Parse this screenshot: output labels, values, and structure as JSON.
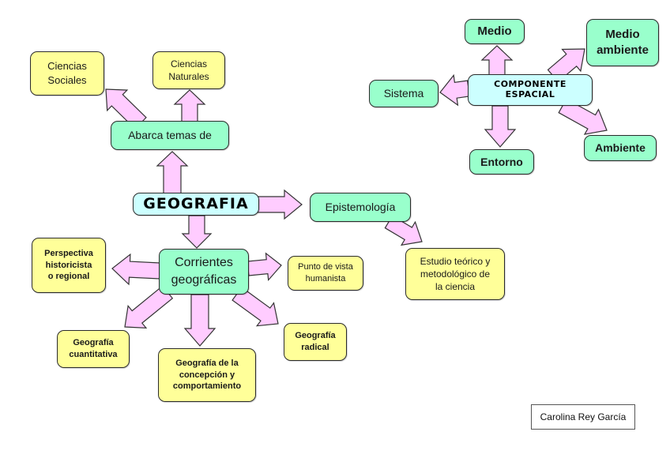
{
  "diagram": {
    "type": "concept-map",
    "colors": {
      "arrow_fill": "#ffccff",
      "arrow_stroke": "#333333",
      "yellow_node": "#ffff99",
      "green_node": "#99ffcc",
      "cyan_node": "#ccffff"
    },
    "nodes": {
      "geografia": "GEOGRAFIA",
      "abarca": "Abarca temas de",
      "ciencias_sociales": "Ciencias\nSociales",
      "ciencias_naturales": "Ciencias\nNaturales",
      "epistemologia": "Epistemología",
      "estudio": "Estudio teórico y\nmetodológico de\nla ciencia",
      "corrientes": "Corrientes\ngeográficas",
      "perspectiva": "Perspectiva\nhistoricista\no regional",
      "punto_vista": "Punto de vista\nhumanista",
      "cuantitativa": "Geografía\ncuantitativa",
      "concepcion": "Geografía de la\nconcepción y\ncomportamiento",
      "radical": "Geografía\nradical",
      "componente": "COMPONENTE\nESPACIAL",
      "medio": "Medio",
      "medio_ambiente": "Medio\nambiente",
      "sistema": "Sistema",
      "entorno": "Entorno",
      "ambiente": "Ambiente"
    },
    "edges": [
      {
        "from": "GEOGRAFIA",
        "to": "Abarca temas de"
      },
      {
        "from": "Abarca temas de",
        "to": "Ciencias Sociales"
      },
      {
        "from": "Abarca temas de",
        "to": "Ciencias Naturales"
      },
      {
        "from": "GEOGRAFIA",
        "to": "Epistemología"
      },
      {
        "from": "Epistemología",
        "to": "Estudio teórico y metodológico de la ciencia"
      },
      {
        "from": "GEOGRAFIA",
        "to": "Corrientes geográficas"
      },
      {
        "from": "Corrientes geográficas",
        "to": "Perspectiva historicista o regional"
      },
      {
        "from": "Corrientes geográficas",
        "to": "Punto de vista humanista"
      },
      {
        "from": "Corrientes geográficas",
        "to": "Geografía cuantitativa"
      },
      {
        "from": "Corrientes geográficas",
        "to": "Geografía de la concepción y comportamiento"
      },
      {
        "from": "Corrientes geográficas",
        "to": "Geografía radical"
      },
      {
        "from": "COMPONENTE ESPACIAL",
        "to": "Medio"
      },
      {
        "from": "COMPONENTE ESPACIAL",
        "to": "Medio ambiente"
      },
      {
        "from": "COMPONENTE ESPACIAL",
        "to": "Sistema"
      },
      {
        "from": "COMPONENTE ESPACIAL",
        "to": "Entorno"
      },
      {
        "from": "COMPONENTE ESPACIAL",
        "to": "Ambiente"
      }
    ]
  },
  "author": "Carolina Rey García"
}
